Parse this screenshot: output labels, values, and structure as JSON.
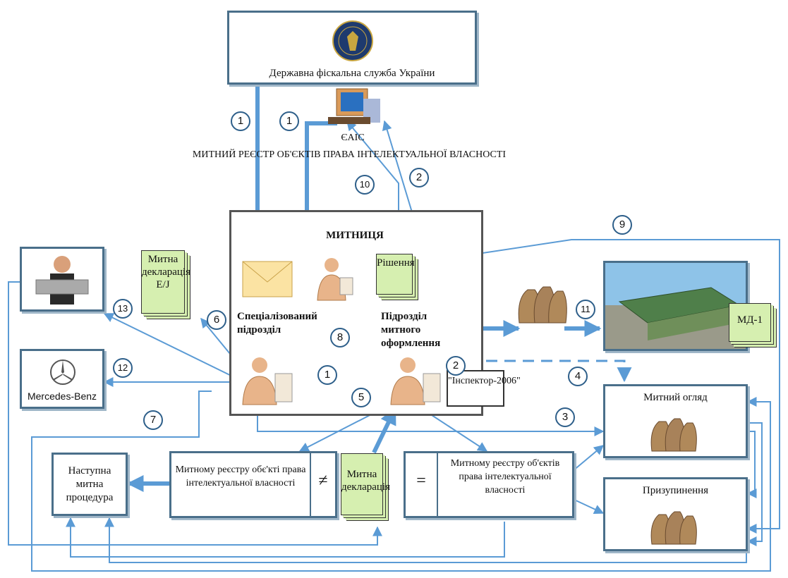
{
  "fiscal_service": {
    "title": "Державна фіскальна служба України"
  },
  "eais": {
    "label": "ЄАІС"
  },
  "registry_caption": "МИТНИЙ РЕЄСТР ОБ'ЄКТІВ ПРАВА ІНТЕЛЕКТУАЛЬНОЇ ВЛАСНОСТІ",
  "customs": {
    "title": "МИТНИЦЯ",
    "specialized_unit": "Спеціалізований підрозділ",
    "clearance_unit": "Підрозділ митного оформлення"
  },
  "docs": {
    "decision": "Рішення",
    "declaration_ej": "Митна декларація Е/J",
    "declaration": "Митна декларація",
    "md1": "МД-1",
    "inspector": "\"Інспектор-2006\""
  },
  "brands": {
    "mercedes": "Mercedes-Benz"
  },
  "boxes": {
    "next_procedure": "Наступна митна процедура",
    "registry_mismatch": "Митному реєстру обє'кті права інтелектуальної власності",
    "registry_match": "Митному реєстру об'єктів права інтелектуальної власності",
    "customs_inspection": "Митний огляд",
    "suspension": "Призупинення"
  },
  "symbols": {
    "not_equal": "≠",
    "equal": "="
  },
  "step_numbers": [
    "1",
    "1",
    "10",
    "2",
    "9",
    "13",
    "6",
    "8",
    "12",
    "1",
    "2",
    "4",
    "5",
    "3",
    "7",
    "11"
  ],
  "colors": {
    "arrow": "#5b9bd5",
    "box_border": "#4a6f8a",
    "doc_fill": "#d6efb0"
  }
}
